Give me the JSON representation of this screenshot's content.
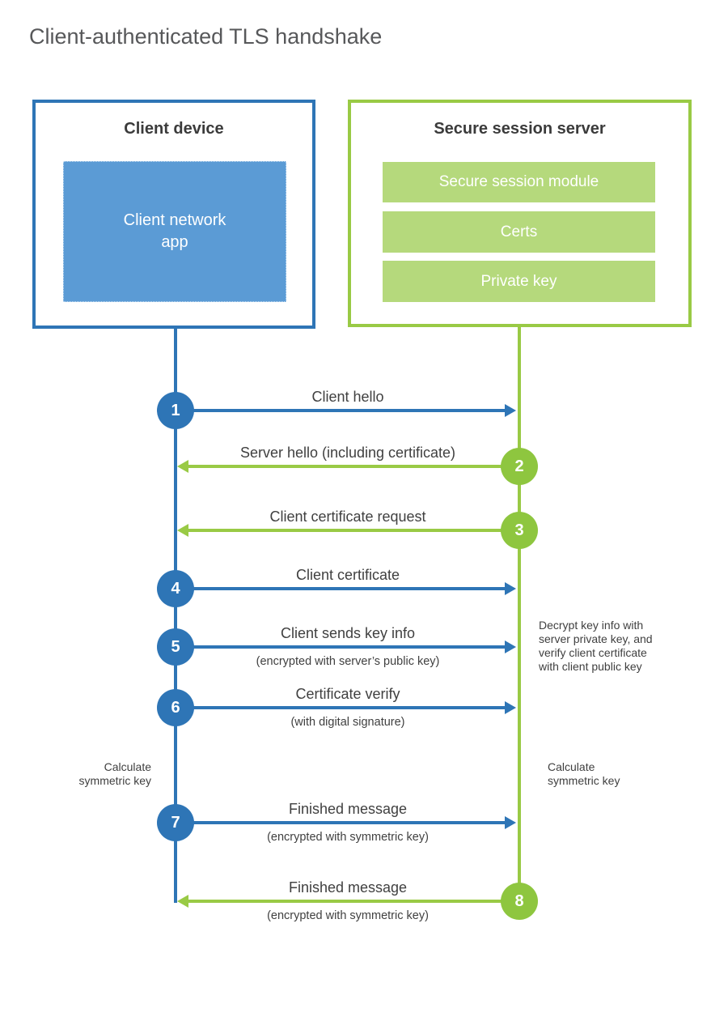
{
  "title": "Client-authenticated TLS handshake",
  "client": {
    "title": "Client device",
    "app_lines": [
      "Client network",
      "app"
    ]
  },
  "server": {
    "title": "Secure session server",
    "modules": [
      "Secure session module",
      "Certs",
      "Private key"
    ]
  },
  "steps": [
    {
      "num": "1",
      "direction": "client-to-server",
      "label": "Client hello",
      "sub": ""
    },
    {
      "num": "2",
      "direction": "server-to-client",
      "label": "Server hello (including certificate)",
      "sub": ""
    },
    {
      "num": "3",
      "direction": "server-to-client",
      "label": "Client certificate request",
      "sub": ""
    },
    {
      "num": "4",
      "direction": "client-to-server",
      "label": "Client certificate",
      "sub": ""
    },
    {
      "num": "5",
      "direction": "client-to-server",
      "label": "Client sends key info",
      "sub": "(encrypted with server’s public key)"
    },
    {
      "num": "6",
      "direction": "client-to-server",
      "label": "Certificate verify",
      "sub": "(with digital signature)"
    },
    {
      "num": "7",
      "direction": "client-to-server",
      "label": "Finished message",
      "sub": "(encrypted with symmetric key)"
    },
    {
      "num": "8",
      "direction": "server-to-client",
      "label": "Finished message",
      "sub": "(encrypted with symmetric key)"
    }
  ],
  "notes": {
    "decrypt_lines": [
      "Decrypt key info with",
      "server private key, and",
      "verify client certificate",
      "with client public key"
    ],
    "calc_left_lines": [
      "Calculate",
      "symmetric key"
    ],
    "calc_right_lines": [
      "Calculate",
      "symmetric key"
    ]
  },
  "colors": {
    "blue": "#2e75b6",
    "blue_fill": "#5b9bd5",
    "green": "#99ca45",
    "green_circle": "#8ec63f",
    "green_fill": "#b5d97c",
    "label_text": "#404040",
    "title_text": "#57585a"
  }
}
